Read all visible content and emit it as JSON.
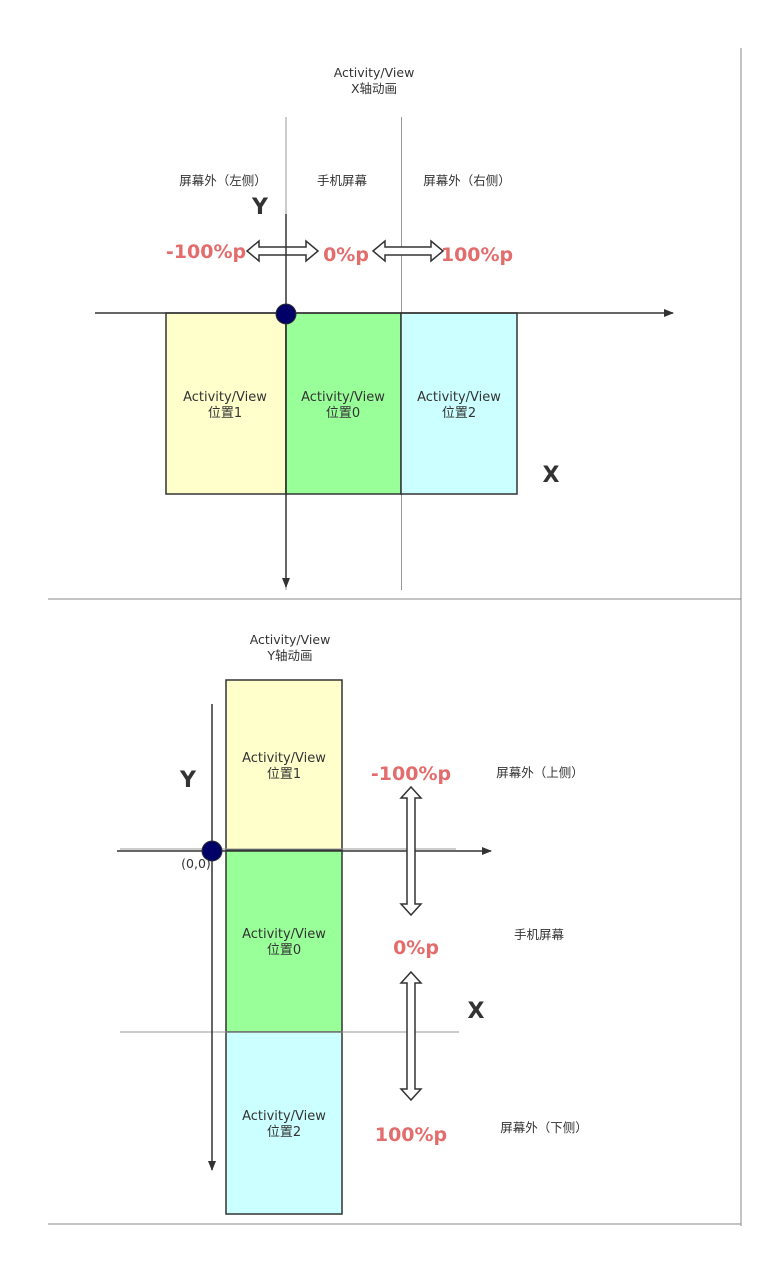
{
  "colors": {
    "position1": "#ffffcc",
    "position0": "#99ff99",
    "position2": "#ccffff",
    "percent": "#e36c6c",
    "origin_dot": "#000066"
  },
  "x_animation": {
    "title_line1": "Activity/View",
    "title_line2": "X轴动画",
    "region_left": "屏幕外（左侧）",
    "region_center": "手机屏幕",
    "region_right": "屏幕外（右侧）",
    "axis_y_label": "Y",
    "axis_x_label": "X",
    "pct_left": "-100%p",
    "pct_center": "0%p",
    "pct_right": "100%p",
    "box1_line1": "Activity/View",
    "box1_line2": "位置1",
    "box0_line1": "Activity/View",
    "box0_line2": "位置0",
    "box2_line1": "Activity/View",
    "box2_line2": "位置2"
  },
  "y_animation": {
    "title_line1": "Activity/View",
    "title_line2": "Y轴动画",
    "axis_y_label": "Y",
    "axis_x_label": "X",
    "origin_label": "(0,0)",
    "pct_top": "-100%p",
    "pct_center": "0%p",
    "pct_bottom": "100%p",
    "region_top": "屏幕外（上侧）",
    "region_center": "手机屏幕",
    "region_bottom": "屏幕外（下侧）",
    "box1_line1": "Activity/View",
    "box1_line2": "位置1",
    "box0_line1": "Activity/View",
    "box0_line2": "位置0",
    "box2_line1": "Activity/View",
    "box2_line2": "位置2"
  }
}
